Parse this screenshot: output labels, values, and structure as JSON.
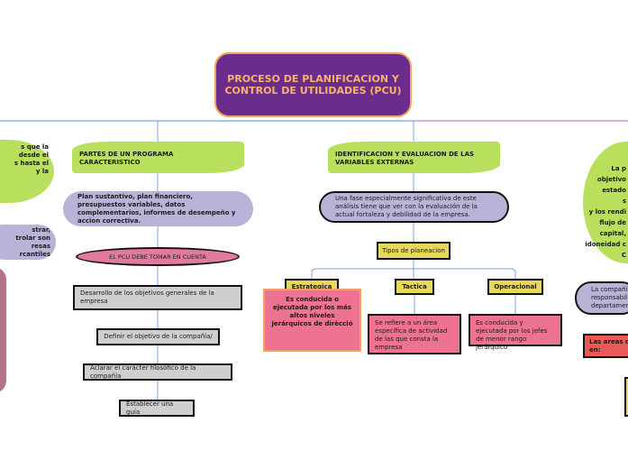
{
  "root": {
    "title": "PROCESO DE PLANIFICACION Y CONTROL DE UTILIDADES (PCU)"
  },
  "left_branch": {
    "header": "PARTES DE UN PROGRAMA CARACTERISTICO",
    "plan": "Plan sustantivo, plan financiero, presupuestos variables, datos complementarios, informes de desempeño y accion correctiva.",
    "pcu_label": "EL PCU DEBE TOMAR EN CUENTA",
    "steps": [
      "Desarrollo de los objetivos generales de la empresa",
      "Definir el objetivo de la compañía/",
      "Aclarar el carácter filosófico de la compañía",
      "Establecer una guía"
    ]
  },
  "center_branch": {
    "header": "IDENTIFICACION Y EVALUACION DE LAS VARIABLES EXTERNAS",
    "fase": "Una fase especialmente significativa de este análisis tiene que ver con la evaluación de la actual fortaleza y debilidad de la empresa.",
    "tipos": "Tipos de planeacion",
    "types": [
      {
        "label": "Estrategica",
        "desc": "Es conducida o ejecutada por los más altos niveles jerárquicos de dirècció"
      },
      {
        "label": "Tactica",
        "desc": "Se refiere a un área específica de actividad de las que consta la empresa"
      },
      {
        "label": "Operacional",
        "desc": "Es conducida y ejecutada por los jefes de menor rango jerárquico"
      }
    ]
  },
  "left_partial": {
    "top_lines": [
      "s que la",
      "desde el",
      "s hasta el",
      "y la"
    ],
    "lav_lines": [
      "strar,",
      "trolar son",
      "resas",
      "rcantiles"
    ]
  },
  "right_partial": {
    "wave_lines": [
      "La p",
      "objetivo",
      "estado",
      "s",
      "y los rendi",
      "flujo de",
      "capital,",
      "idoneidad c",
      "C"
    ],
    "lav_lines": [
      "La compañí",
      "responsabil",
      "departamen"
    ],
    "red_lines": [
      "Las areas d",
      "en:"
    ]
  },
  "colors": {
    "root_bg": "#6b2d8c",
    "root_text": "#f9b26b",
    "wave": "#b8e05c",
    "lavender": "#b9b3d8",
    "pink": "#ee7391",
    "yellow": "#e8d85a",
    "grey": "#cfcfcf"
  }
}
